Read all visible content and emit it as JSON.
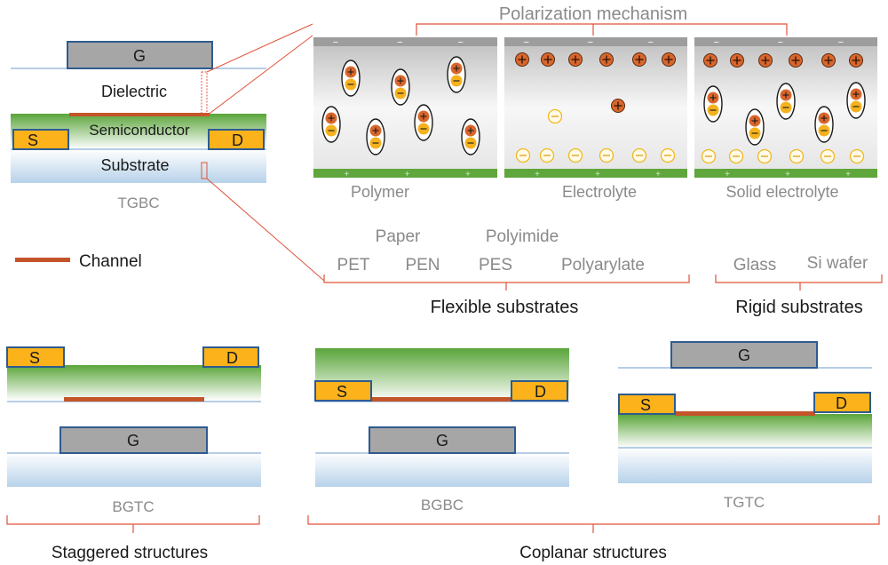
{
  "mechanism": {
    "title": "Polarization mechanism",
    "panels": {
      "polymer": "Polymer",
      "electrolyte": "Electrolyte",
      "solid": "Solid electrolyte"
    }
  },
  "tgbc": {
    "gate": "G",
    "dielectric": "Dielectric",
    "semiconductor": "Semiconductor",
    "source": "S",
    "drain": "D",
    "substrate": "Substrate",
    "caption": "TGBC"
  },
  "legend": {
    "channel": "Channel"
  },
  "substrates": {
    "flexible": [
      "Paper",
      "Polyimide",
      "PET",
      "PEN",
      "PES",
      "Polyarylate"
    ],
    "flexible_label": "Flexible substrates",
    "rigid": [
      "Glass",
      "Si wafer"
    ],
    "rigid_label": "Rigid substrates"
  },
  "bgtc": {
    "source": "S",
    "drain": "D",
    "gate": "G",
    "caption": "BGTC"
  },
  "bgbc": {
    "source": "S",
    "drain": "D",
    "gate": "G",
    "caption": "BGBC"
  },
  "tgtc": {
    "source": "S",
    "drain": "D",
    "gate": "G",
    "caption": "TGTC"
  },
  "groups": {
    "staggered": "Staggered structures",
    "coplanar": "Coplanar structures"
  },
  "symbols": {
    "minus": "−",
    "plus": "+"
  },
  "colors": {
    "gate": "#a6a6a6",
    "electrode": "#fbb21b",
    "outline": "#2e5b8f",
    "channel": "#c4552a",
    "bracket": "#e0533b",
    "semiconductor": "#5fa63c",
    "cation": "#d9662c"
  }
}
